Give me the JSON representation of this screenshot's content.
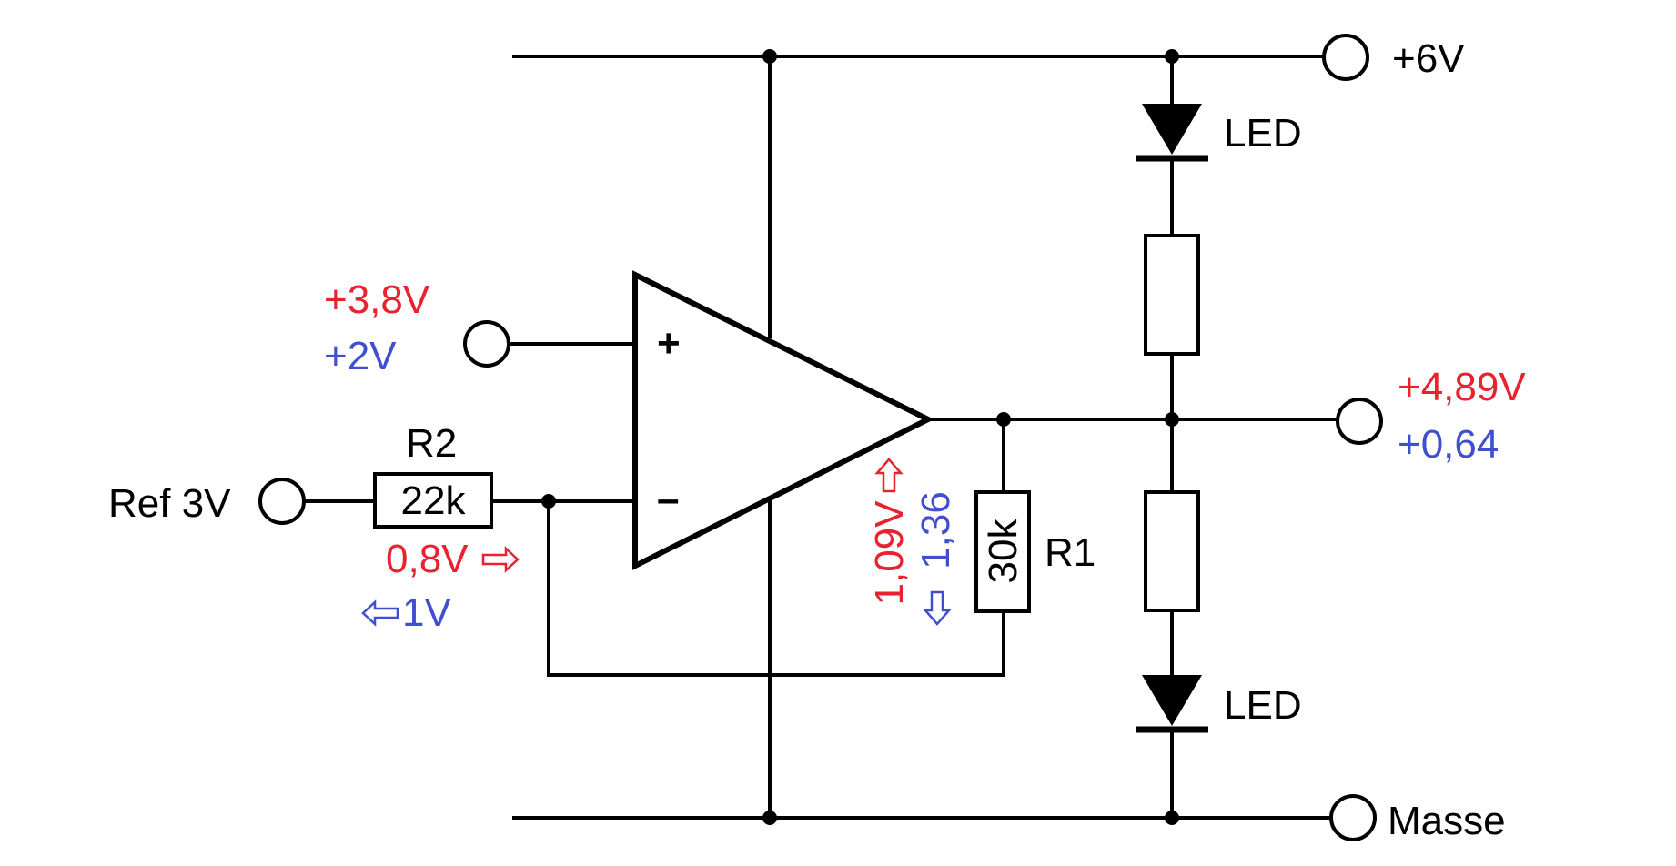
{
  "labels": {
    "supply_plus": "+6V",
    "ground": "Masse",
    "led_top": "LED",
    "led_bottom": "LED",
    "ref_input": "Ref 3V",
    "r2_name": "R2",
    "r2_value": "22k",
    "r1_name": "R1",
    "r1_value": "30k",
    "plus_sign": "+",
    "minus_sign": "–"
  },
  "voltages": {
    "noninv_red": "+3,8V",
    "noninv_blue": "+2V",
    "output_red": "+4,89V",
    "output_blue": "+0,64",
    "r2_red": "0,8V",
    "r2_blue": "1V",
    "r1_red": "1,09V",
    "r1_blue": "1,36"
  },
  "colors": {
    "red": "#e8222e",
    "blue": "#3f4fcf",
    "wire": "#000000"
  }
}
